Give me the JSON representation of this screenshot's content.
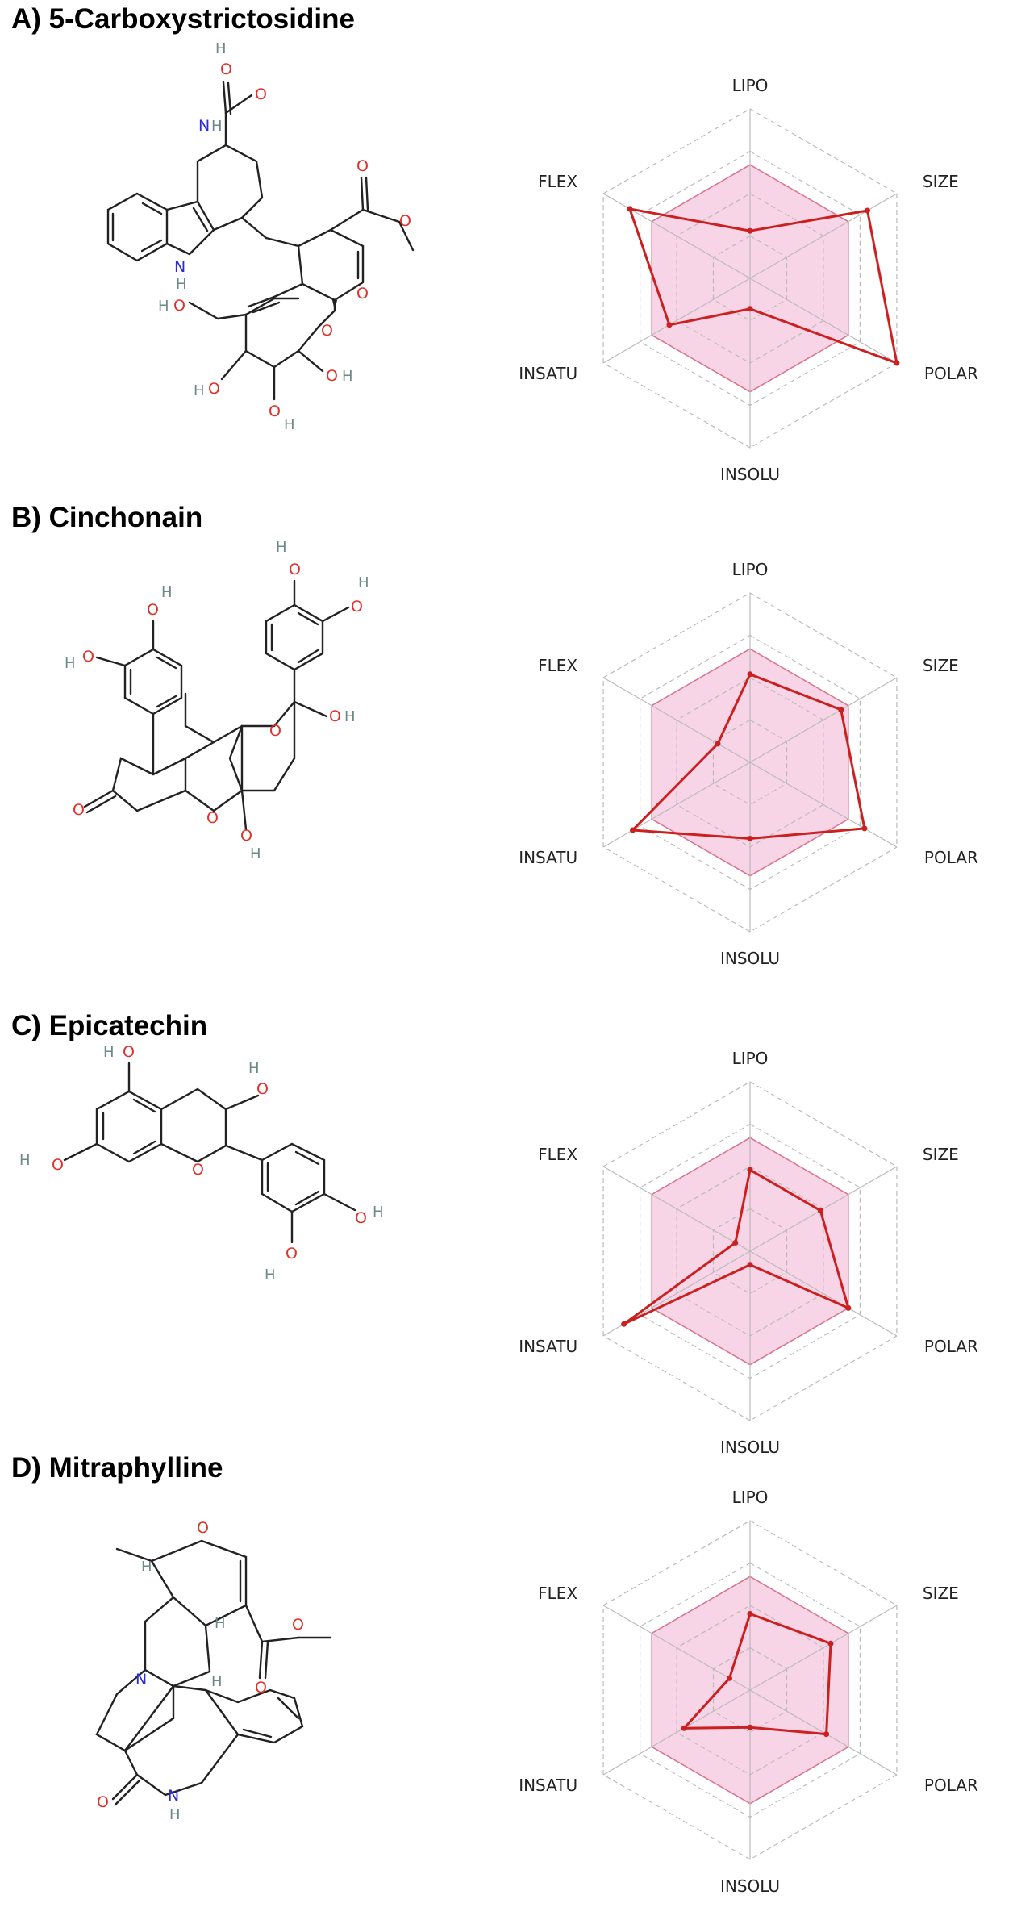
{
  "colors": {
    "polygon": "#cc1f1f",
    "optimal_fill": "#f7d4e6",
    "optimal_stroke": "#d9748c",
    "grid": "#bbbbbb",
    "carbon_bond": "#222222",
    "oxygen": "#e0302a",
    "nitrogen": "#2a2ad8",
    "hydrogen": "#6e8a88"
  },
  "panels": [
    {
      "title": "A) 5-Carboxystrictosidine"
    },
    {
      "title": "B) Cinchonain"
    },
    {
      "title": "C) Epicatechin"
    },
    {
      "title": "D) Mitraphylline"
    }
  ],
  "atom_labels": {
    "O": "O",
    "H": "H",
    "N": "N",
    "OH": "O",
    "NH": "N"
  },
  "chart_data": [
    {
      "type": "radar",
      "title": "",
      "axes": [
        "LIPO",
        "SIZE",
        "POLAR",
        "INSOLU",
        "INSATU",
        "FLEX"
      ],
      "scale": [
        0,
        1
      ],
      "optimal_range": 0.67,
      "grid_levels": 4,
      "values": [
        0.28,
        0.8,
        1.0,
        0.18,
        0.55,
        0.82
      ]
    },
    {
      "type": "radar",
      "title": "",
      "axes": [
        "LIPO",
        "SIZE",
        "POLAR",
        "INSOLU",
        "INSATU",
        "FLEX"
      ],
      "scale": [
        0,
        1
      ],
      "optimal_range": 0.67,
      "grid_levels": 4,
      "values": [
        0.52,
        0.62,
        0.78,
        0.45,
        0.8,
        0.22
      ]
    },
    {
      "type": "radar",
      "title": "",
      "axes": [
        "LIPO",
        "SIZE",
        "POLAR",
        "INSOLU",
        "INSATU",
        "FLEX"
      ],
      "scale": [
        0,
        1
      ],
      "optimal_range": 0.67,
      "grid_levels": 4,
      "values": [
        0.48,
        0.48,
        0.67,
        0.08,
        0.86,
        0.1
      ]
    },
    {
      "type": "radar",
      "title": "",
      "axes": [
        "LIPO",
        "SIZE",
        "POLAR",
        "INSOLU",
        "INSATU",
        "FLEX"
      ],
      "scale": [
        0,
        1
      ],
      "optimal_range": 0.67,
      "grid_levels": 4,
      "values": [
        0.45,
        0.55,
        0.52,
        0.22,
        0.45,
        0.14
      ]
    }
  ]
}
